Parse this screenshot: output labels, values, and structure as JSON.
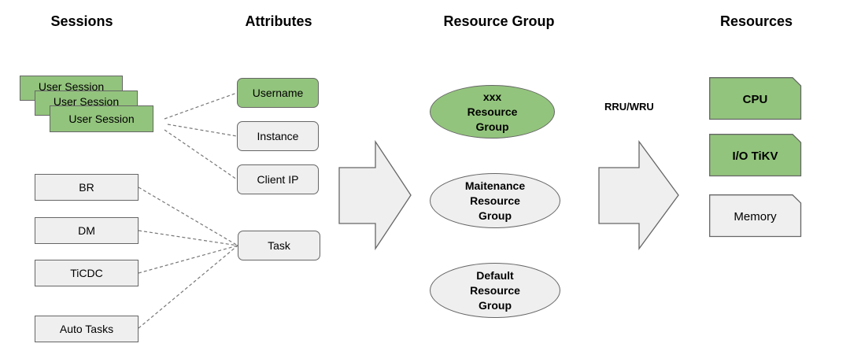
{
  "headers": {
    "sessions": "Sessions",
    "attributes": "Attributes",
    "resource_group": "Resource Group",
    "resources": "Resources"
  },
  "sessions": {
    "user_session_labels": [
      "User Session",
      "User Session",
      "User Session"
    ],
    "tasks": [
      "BR",
      "DM",
      "TiCDC",
      "Auto Tasks"
    ]
  },
  "attributes": [
    "Username",
    "Instance",
    "Client IP",
    "Task"
  ],
  "resource_groups": [
    {
      "lines": [
        "xxx",
        "Resource",
        "Group"
      ],
      "color": "#93c47d"
    },
    {
      "lines": [
        "Maitenance",
        "Resource",
        "Group"
      ],
      "color": "#efefef"
    },
    {
      "lines": [
        "Default",
        "Resource",
        "Group"
      ],
      "color": "#efefef"
    }
  ],
  "rru_label": "RRU/WRU",
  "resources": [
    {
      "label": "CPU",
      "color": "#93c47d"
    },
    {
      "label": "I/O TiKV",
      "color": "#93c47d"
    },
    {
      "label": "Memory",
      "color": "#efefef"
    }
  ],
  "colors": {
    "highlight": "#93c47d",
    "neutral": "#efefef",
    "stroke": "#666666"
  }
}
